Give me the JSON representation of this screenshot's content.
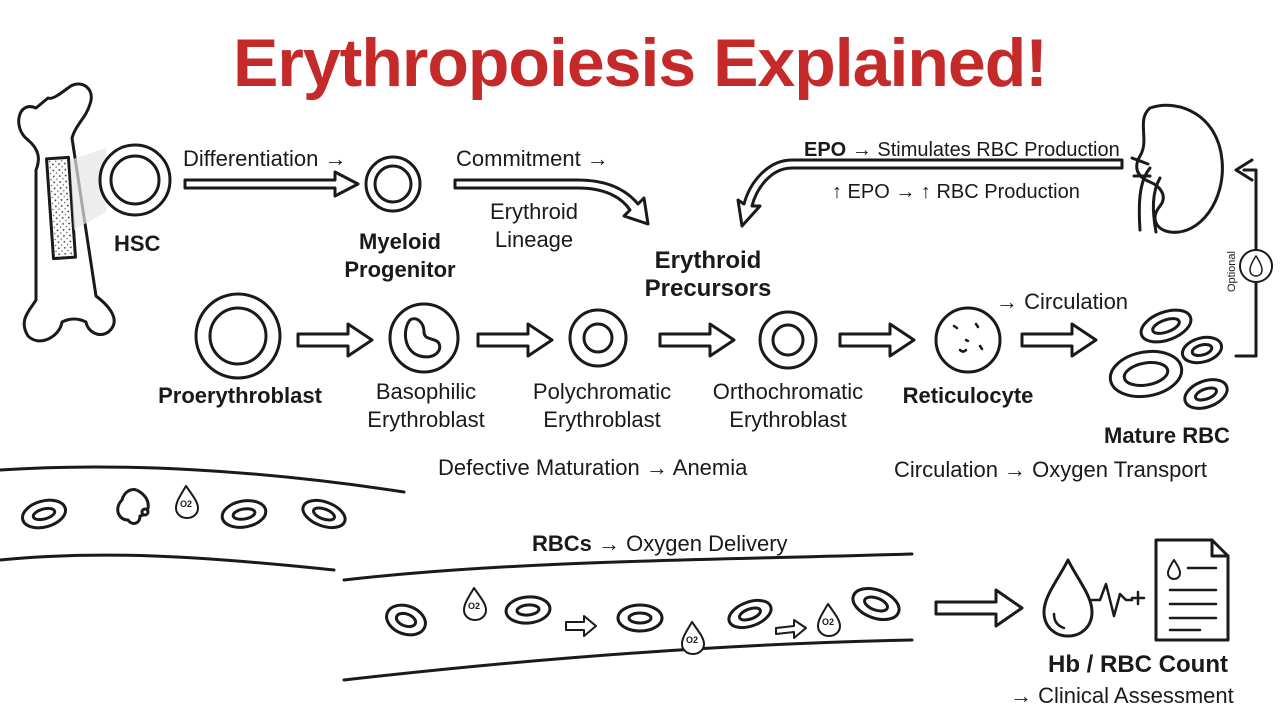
{
  "title": "Erythropoiesis Explained!",
  "top_flow": {
    "hsc": "HSC",
    "differentiation": "Differentiation →",
    "myeloid_line1": "Myeloid",
    "myeloid_line2": "Progenitor",
    "commitment": "Commitment →",
    "erythroid_lineage_line1": "Erythroid",
    "erythroid_lineage_line2": "Lineage",
    "precursors_line1": "Erythroid",
    "precursors_line2": "Precursors"
  },
  "kidney": {
    "epo_bold": "EPO",
    "epo_rest": "→ Stimulates RBC Production",
    "epo_feedback": "↑ EPO → ↑ RBC Production",
    "optional": "Optional"
  },
  "stages": [
    {
      "line1": "Proerythroblast",
      "line2": "",
      "bold": true
    },
    {
      "line1": "Basophilic",
      "line2": "Erythroblast",
      "bold": false
    },
    {
      "line1": "Polychromatic",
      "line2": "Erythroblast",
      "bold": false
    },
    {
      "line1": "Orthochromatic",
      "line2": "Erythroblast",
      "bold": false
    },
    {
      "line1": "Reticulocyte",
      "line2": "",
      "bold": true
    }
  ],
  "circulation_arrow": "→ Circulation",
  "mature_rbc": "Mature RBC",
  "defective": "Defective Maturation → Anemia",
  "circulation_transport": "Circulation → Oxygen Transport",
  "vessel": {
    "rbcs_bold": "RBCs",
    "rbcs_rest": "→ Oxygen Delivery",
    "o2": "O2"
  },
  "clinical": {
    "count": "Hb / RBC Count",
    "assessment": "→ Clinical Assessment"
  }
}
